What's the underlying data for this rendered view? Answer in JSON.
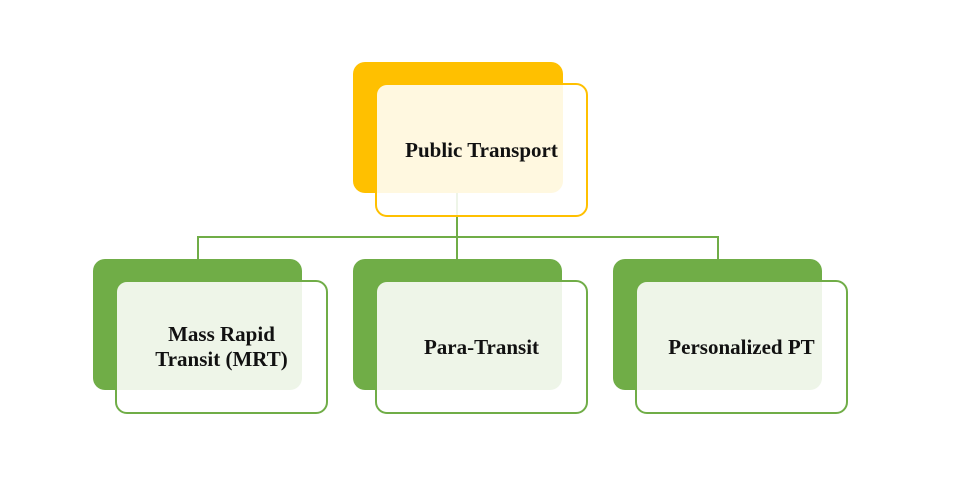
{
  "colors": {
    "root": "#FFC000",
    "child": "#70AD47"
  },
  "root": {
    "label": "Public Transport"
  },
  "children": [
    {
      "label": "Mass Rapid\nTransit (MRT)"
    },
    {
      "label": "Para-Transit"
    },
    {
      "label": "Personalized PT"
    }
  ]
}
